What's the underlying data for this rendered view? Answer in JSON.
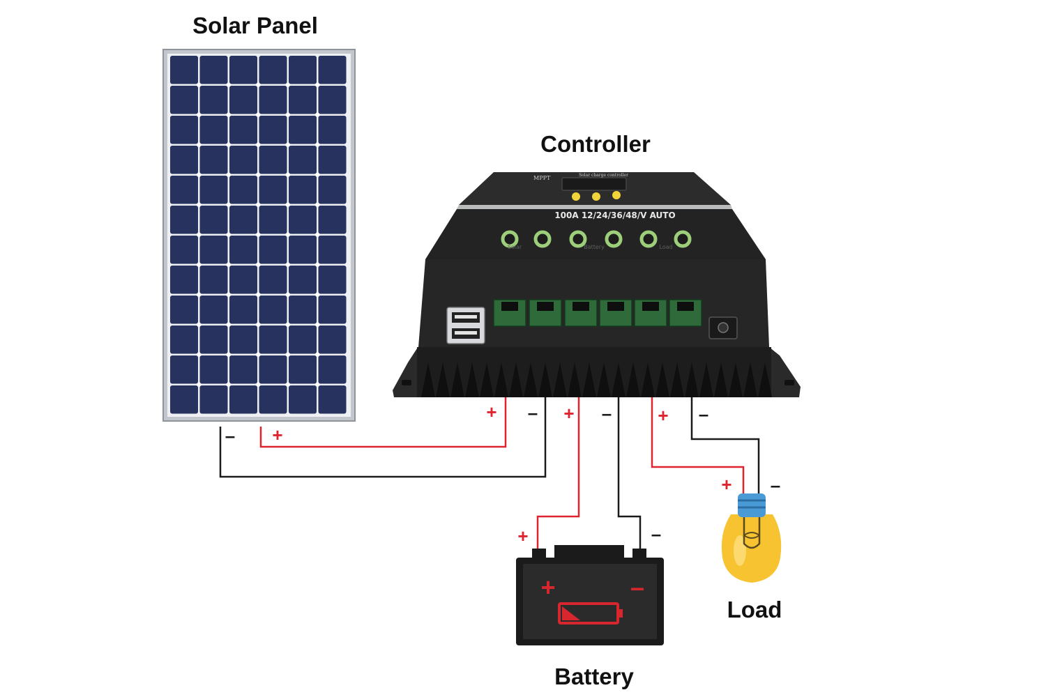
{
  "labels": {
    "solar_panel": "Solar Panel",
    "controller": "Controller",
    "battery": "Battery",
    "load": "Load"
  },
  "controller": {
    "brand": "MPPT",
    "subtitle": "Solar charge controller",
    "rating": "100A 12/24/36/48/V AUTO",
    "port_groups": [
      "Solar",
      "Battery",
      "Load"
    ]
  },
  "symbols": {
    "positive": "+",
    "negative": "–"
  },
  "colors": {
    "positive_wire": "#e0242f",
    "negative_wire": "#1a1a1a",
    "panel_cell": "#27335e",
    "panel_frame": "#bfc3c9",
    "controller_body": "#262626",
    "terminal_green": "#2f6b3a",
    "indicator_green": "#9dcf7b",
    "battery_red": "#d8262f",
    "bulb_yellow": "#f7c330",
    "bulb_base": "#4a9ad6"
  }
}
